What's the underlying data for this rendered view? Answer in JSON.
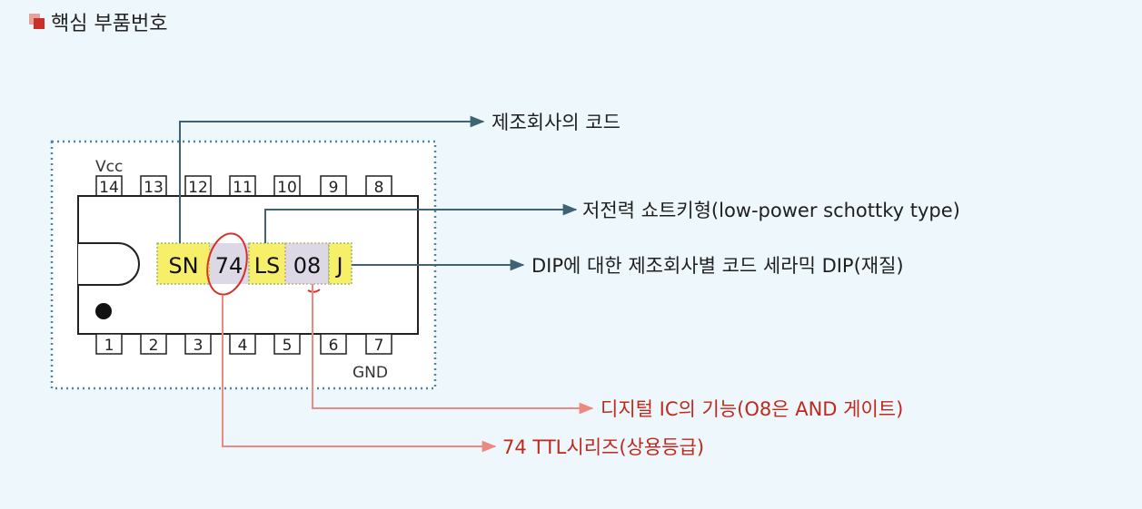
{
  "header": {
    "title": "핵심 부품번호"
  },
  "chip": {
    "vcc_label": "Vcc",
    "gnd_label": "GND",
    "top_pins": [
      "14",
      "13",
      "12",
      "11",
      "10",
      "9",
      "8"
    ],
    "bottom_pins": [
      "1",
      "2",
      "3",
      "4",
      "5",
      "6",
      "7"
    ],
    "part_segments": [
      "SN",
      "74",
      "LS",
      "08",
      "J"
    ]
  },
  "annotations": {
    "manufacturer": "제조회사의 코드",
    "low_power": "저전력 쇼트키형(low-power schottky type)",
    "dip": "DIP에 대한 제조회사별 코드 세라믹 DIP(재질)",
    "function": "디지털 IC의 기능(O8은 AND 게이트)",
    "series": "74 TTL시리즈(상용등급)"
  },
  "colors": {
    "background": "#eef7fb",
    "highlight_yellow": "#f7ef6a",
    "highlight_gray": "#dcd8e6",
    "arrow_dark": "#3f6375",
    "arrow_red": "#ec8a82",
    "red_text": "#c0281c",
    "dotted_border": "#4a86a8"
  }
}
